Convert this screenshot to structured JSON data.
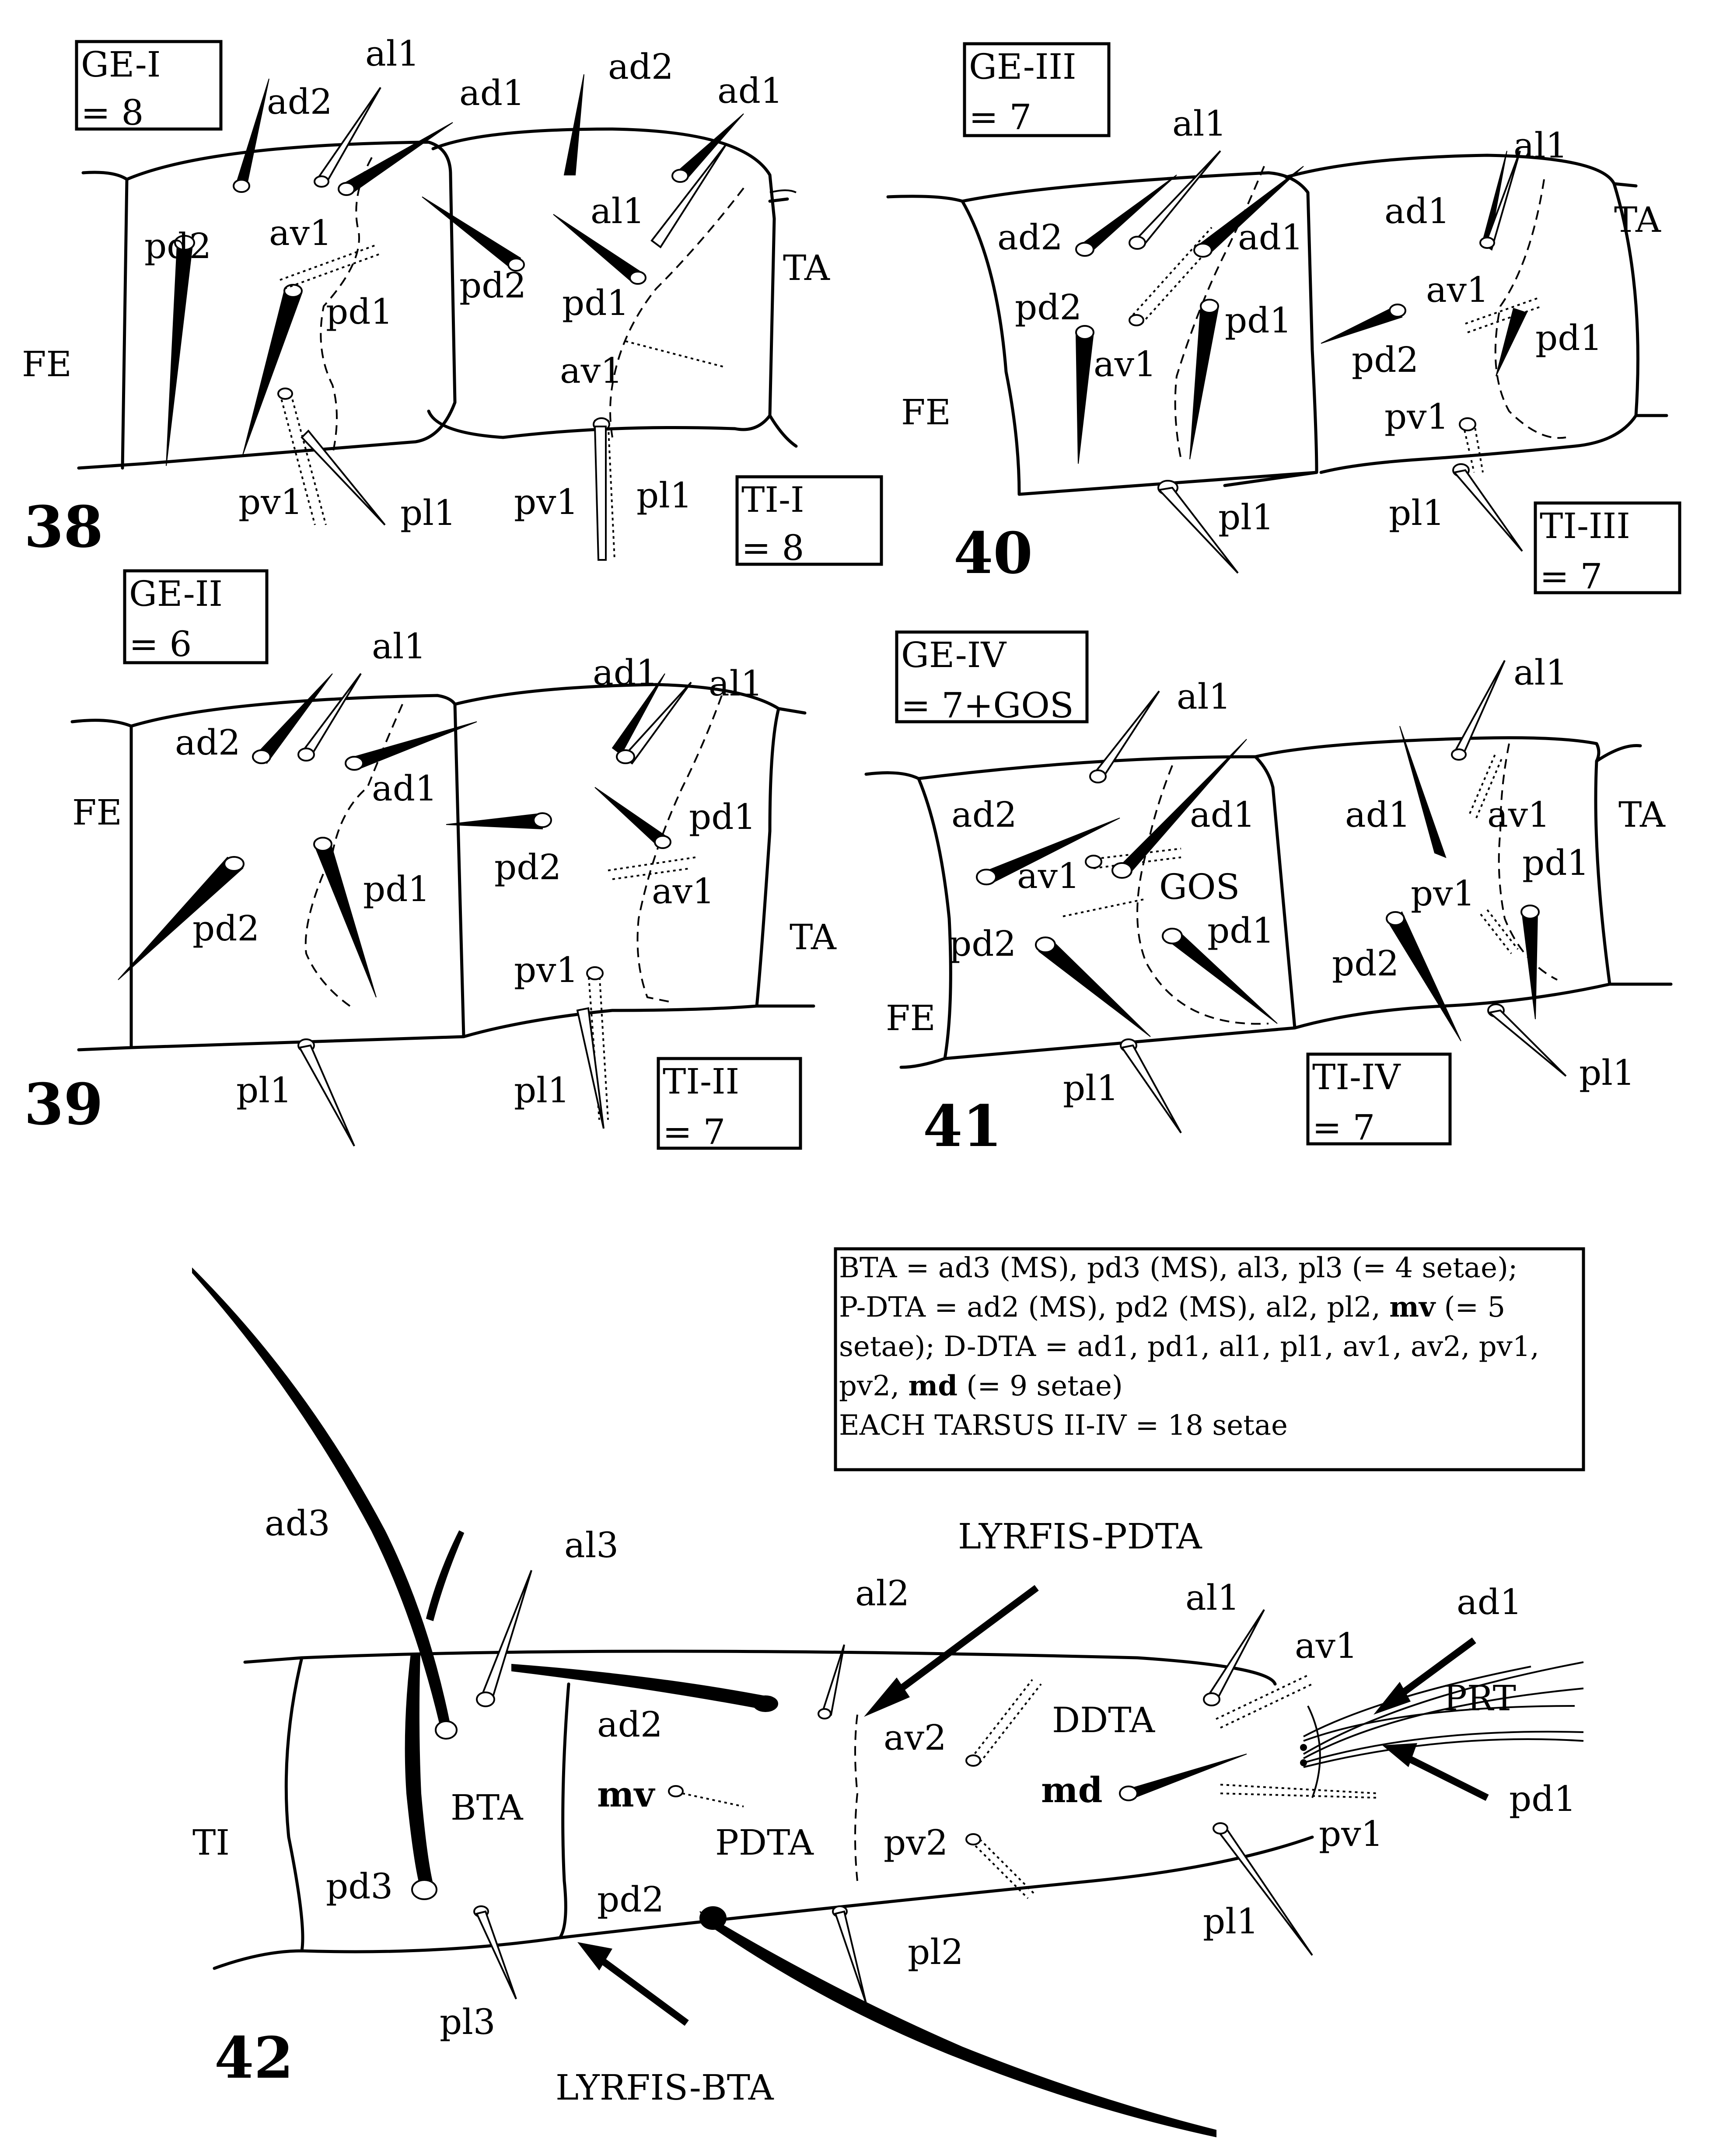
{
  "figures": {
    "fig38": {
      "number": "38",
      "ge_box": [
        "GE-I",
        "= 8"
      ],
      "ti_box": [
        "TI-I",
        "= 8"
      ],
      "labels": {
        "fe": "FE",
        "ta": "TA",
        "ad2_ge": "ad2",
        "al1_ge": "al1",
        "ad1_ge": "ad1",
        "pd2_ge": "pd2",
        "av1_ge": "av1",
        "pd1_ge": "pd1",
        "pv1_ge": "pv1",
        "pl1_ge": "pl1",
        "ad2_ti": "ad2",
        "ad1_ti": "ad1",
        "al1_ti": "al1",
        "pd2_ti": "pd2",
        "pd1_ti": "pd1",
        "av1_ti": "av1",
        "pv1_ti": "pv1",
        "pl1_ti": "pl1"
      }
    },
    "fig39": {
      "number": "39",
      "ge_box": [
        "GE-II",
        "= 6"
      ],
      "ti_box": [
        "TI-II",
        "= 7"
      ],
      "labels": {
        "fe": "FE",
        "ta": "TA",
        "al1_ge": "al1",
        "ad2_ge": "ad2",
        "ad1_ge": "ad1",
        "pd2_ge": "pd2",
        "pd1_ge": "pd1",
        "pl1_ge": "pl1",
        "ad1_ti": "ad1",
        "al1_ti": "al1",
        "pd1_ti": "pd1",
        "pd2_ti": "pd2",
        "av1_ti": "av1",
        "pv1_ti": "pv1",
        "pl1_ti": "pl1"
      }
    },
    "fig40": {
      "number": "40",
      "ge_box": [
        "GE-III",
        "= 7"
      ],
      "ti_box": [
        "TI-III",
        "= 7"
      ],
      "labels": {
        "fe": "FE",
        "ta": "TA",
        "al1_ge": "al1",
        "ad2_ge": "ad2",
        "ad1_ge": "ad1",
        "pd2_ge": "pd2",
        "av1_ge": "av1",
        "pd1_ge": "pd1",
        "pl1_ge": "pl1",
        "al1_ti": "al1",
        "ad1_ti": "ad1",
        "av1_ti": "av1",
        "pd2_ti": "pd2",
        "pd1_ti": "pd1",
        "pv1_ti": "pv1",
        "pl1_ti": "pl1"
      }
    },
    "fig41": {
      "number": "41",
      "ge_box": [
        "GE-IV",
        "= 7+GOS"
      ],
      "ti_box": [
        "TI-IV",
        "= 7"
      ],
      "labels": {
        "fe": "FE",
        "ta": "TA",
        "al1_ge": "al1",
        "ad2_ge": "ad2",
        "av1_ge": "av1",
        "ad1_ge": "ad1",
        "gos": "GOS",
        "pd2_ge": "pd2",
        "pd1_ge": "pd1",
        "pl1_ge": "pl1",
        "al1_ti": "al1",
        "ad1_ti": "ad1",
        "av1_ti": "av1",
        "pv1_ti": "pv1",
        "pd1_ti": "pd1",
        "pd2_ti": "pd2",
        "pl1_ti": "pl1"
      }
    },
    "fig42": {
      "number": "42",
      "legend": {
        "line1": "BTA = ad3 (MS), pd3 (MS), al3, pl3 (= 4 setae);",
        "line2_a": "P-DTA = ad2 (MS), pd2 (MS), al2, pl2, ",
        "line2_b": "mv",
        "line2_c": " (= 5",
        "line3": "setae); D-DTA = ad1, pd1, al1, pl1, av1, av2, pv1,",
        "line4_a": "pv2, ",
        "line4_b": "md",
        "line4_c": " (= 9 setae)",
        "line5": "EACH TARSUS II-IV = 18 setae"
      },
      "labels": {
        "ad3": "ad3",
        "al3": "al3",
        "ti": "TI",
        "bta": "BTA",
        "pd3": "pd3",
        "pl3": "pl3",
        "ad2": "ad2",
        "mv": "mv",
        "pdta": "PDTA",
        "pd2": "pd2",
        "al2": "al2",
        "av2": "av2",
        "pv2": "pv2",
        "pl2": "pl2",
        "al1": "al1",
        "av1": "av1",
        "ddta": "DDTA",
        "md": "md",
        "pv1": "pv1",
        "pl1": "pl1",
        "ad1": "ad1",
        "prt": "PRT",
        "pd1": "pd1",
        "lyrfis_pdta": "LYRFIS-PDTA",
        "lyrfis_bta": "LYRFIS-BTA"
      }
    }
  }
}
